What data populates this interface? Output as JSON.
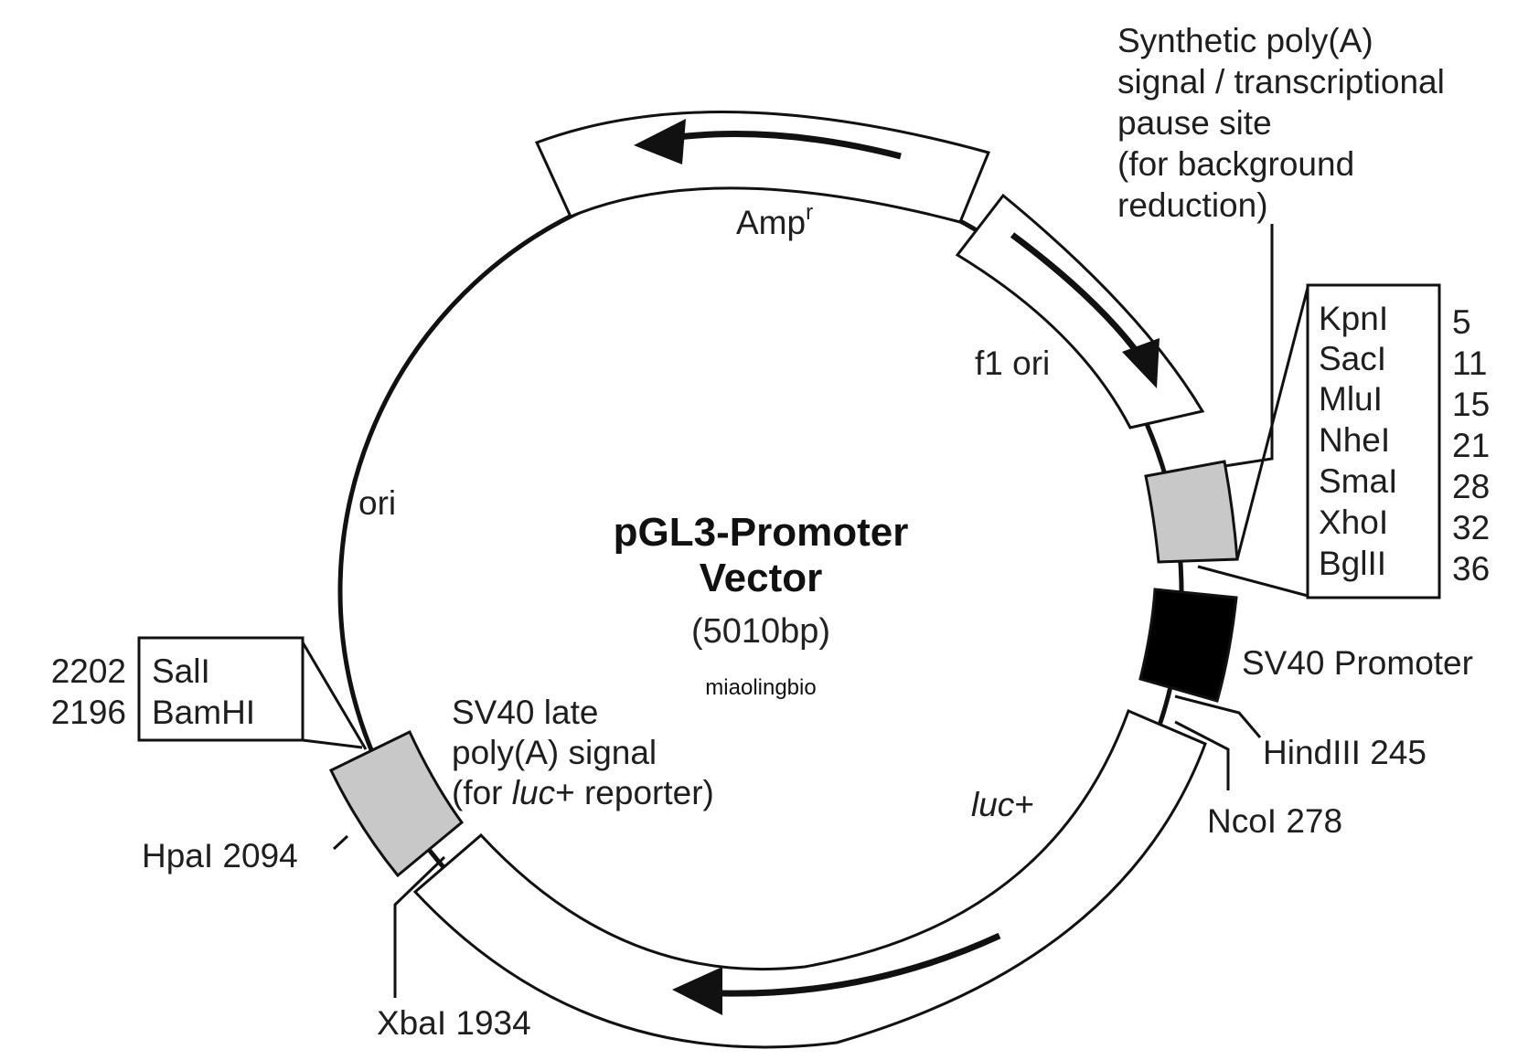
{
  "vector": {
    "name_line1": "pGL3-Promoter",
    "name_line2": "Vector",
    "size": "(5010bp)",
    "watermark": "miaolingbio"
  },
  "features": {
    "ampr_main": "Amp",
    "ampr_sup": "r",
    "f1ori": "f1 ori",
    "ori": "ori",
    "luc_italic": "luc",
    "luc_suffix": "+",
    "sv40_promoter": "SV40 Promoter",
    "sv40_late_line1": "SV40 late",
    "sv40_late_line2": "poly(A) signal",
    "sv40_late_line3_pre": "(for ",
    "sv40_late_line3_italic": "luc",
    "sv40_late_line3_post": "+ reporter)",
    "synth_line1": "Synthetic poly(A)",
    "synth_line2": "signal / transcriptional",
    "synth_line3": "pause site",
    "synth_line4": "(for background",
    "synth_line5": "reduction)"
  },
  "mcs": [
    {
      "enzyme": "KpnI",
      "position": "5"
    },
    {
      "enzyme": "SacI",
      "position": "11"
    },
    {
      "enzyme": "MluI",
      "position": "15"
    },
    {
      "enzyme": "NheI",
      "position": "21"
    },
    {
      "enzyme": "SmaI",
      "position": "28"
    },
    {
      "enzyme": "XhoI",
      "position": "32"
    },
    {
      "enzyme": "BglII",
      "position": "36"
    }
  ],
  "sites": {
    "hindiii": "HindIII 245",
    "ncoi": "NcoI 278",
    "xbai": "XbaI 1934",
    "hpai": "HpaI 2094"
  },
  "left_box": [
    {
      "position": "2202",
      "enzyme": "SalI"
    },
    {
      "position": "2196",
      "enzyme": "BamHI"
    }
  ],
  "colors": {
    "line": "#111111",
    "mcs_box": "#c8c8c8",
    "promoter": "#000000",
    "gene": "#ffffff"
  }
}
